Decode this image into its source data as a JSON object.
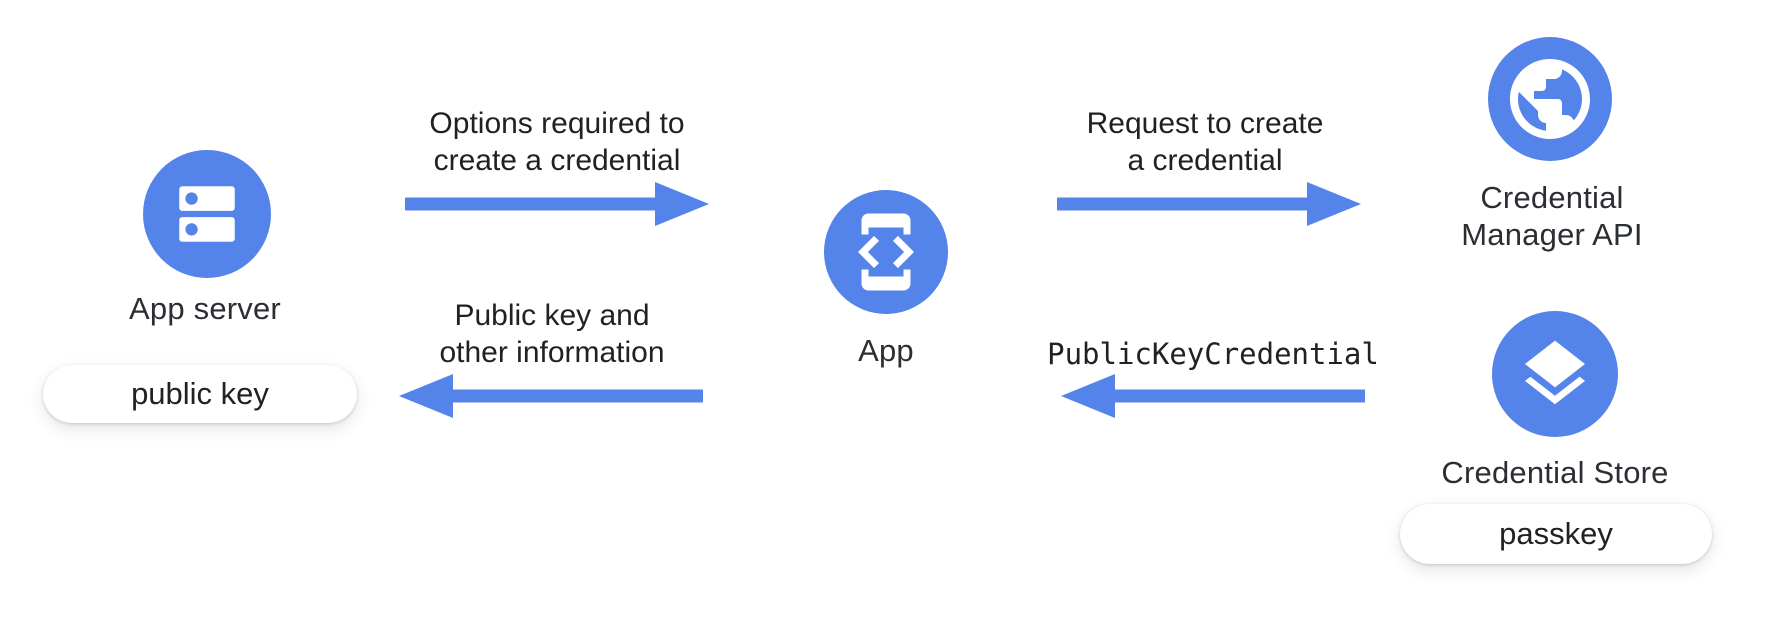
{
  "colors": {
    "accent_blue": "#5483EA",
    "text": "#202124",
    "pill_background": "#ffffff",
    "background": "#ffffff"
  },
  "nodes": {
    "app_server": {
      "label": "App server",
      "badge": "public key",
      "icon": "server-storage-icon"
    },
    "app": {
      "label": "App",
      "icon": "phone-code-icon"
    },
    "credential_manager_api": {
      "label_line1": "Credential",
      "label_line2": "Manager API",
      "icon": "globe-icon"
    },
    "credential_store": {
      "label": "Credential Store",
      "badge": "passkey",
      "icon": "layers-icon"
    }
  },
  "flows": [
    {
      "line1": "Options required to",
      "line2": "create a credential",
      "direction": "right"
    },
    {
      "line1": "Public key and",
      "line2": "other information",
      "direction": "left"
    },
    {
      "line1": "Request to create",
      "line2": "a credential",
      "direction": "right"
    },
    {
      "line1": "PublicKeyCredential",
      "direction": "left"
    }
  ]
}
